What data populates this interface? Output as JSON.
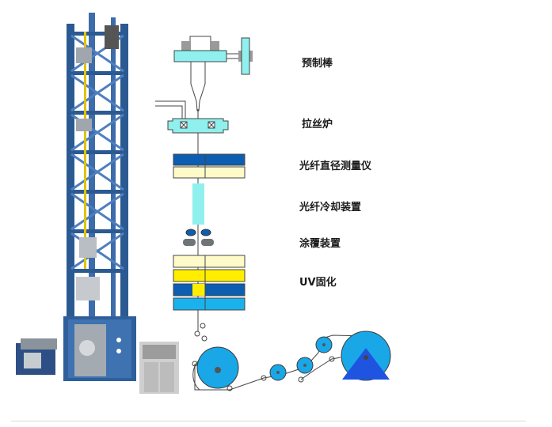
{
  "header_fragment": "",
  "labels": {
    "preform": "预制棒",
    "furnace": "拉丝炉",
    "diameter": "光纤直径测量仪",
    "cooling": "光纤冷却装置",
    "coating": "涂覆装置",
    "uv": "UV固化"
  },
  "colors": {
    "tower_frame": "#2b5a92",
    "tower_light": "#4f7fbf",
    "cyan": "#8ff0ee",
    "dark_blue": "#0b5eb1",
    "pale_yellow": "#fffbc8",
    "yellow": "#ffee00",
    "sky_blue": "#1ab2ec",
    "wheel": "#19a7e8",
    "gray": "#7f7f7f"
  }
}
